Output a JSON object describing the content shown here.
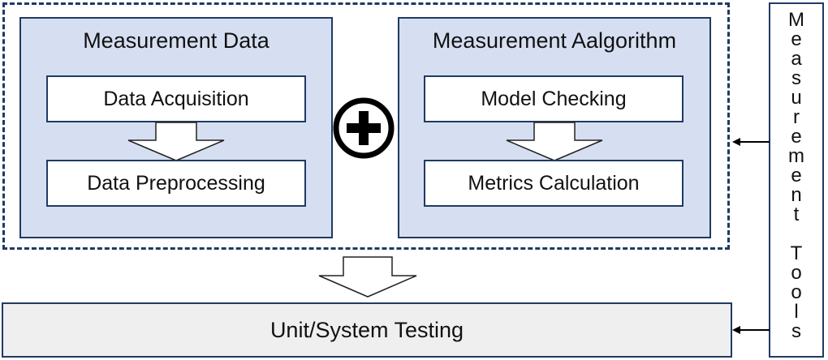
{
  "measurement_data": {
    "title": "Measurement Data",
    "steps": [
      "Data Acquisition",
      "Data Preprocessing"
    ]
  },
  "measurement_algorithm": {
    "title": "Measurement Aalgorithm",
    "steps": [
      "Model Checking",
      "Metrics Calculation"
    ]
  },
  "testing": {
    "label": "Unit/System Testing"
  },
  "tools": {
    "word1": [
      "M",
      "e",
      "a",
      "s",
      "u",
      "r",
      "e",
      "m",
      "e",
      "n",
      "t"
    ],
    "word2": [
      "T",
      "o",
      "o",
      "l",
      "s"
    ]
  },
  "colors": {
    "panel_fill": "#d6dff2",
    "border": "#1f3a63",
    "testing_fill": "#efefef"
  }
}
